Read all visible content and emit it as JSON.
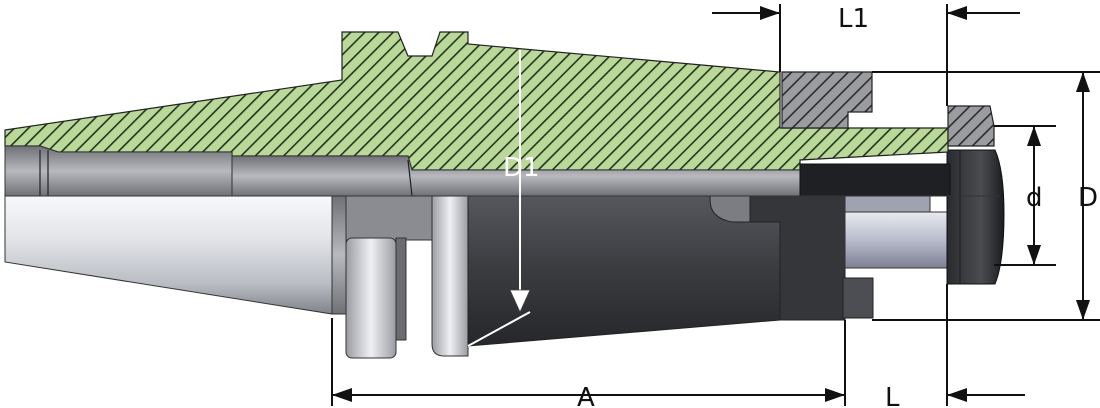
{
  "labels": {
    "A": "A",
    "L": "L",
    "L1": "L1",
    "D": "D",
    "D1": "D1",
    "d": "d"
  },
  "colors": {
    "hatch_fill": "#b9d89a",
    "hatch_stroke": "#23351c",
    "dark_body": "#3a3b3f",
    "steel_light": "#d9dbe0",
    "gray_hatch_fill": "#8d8f93"
  }
}
